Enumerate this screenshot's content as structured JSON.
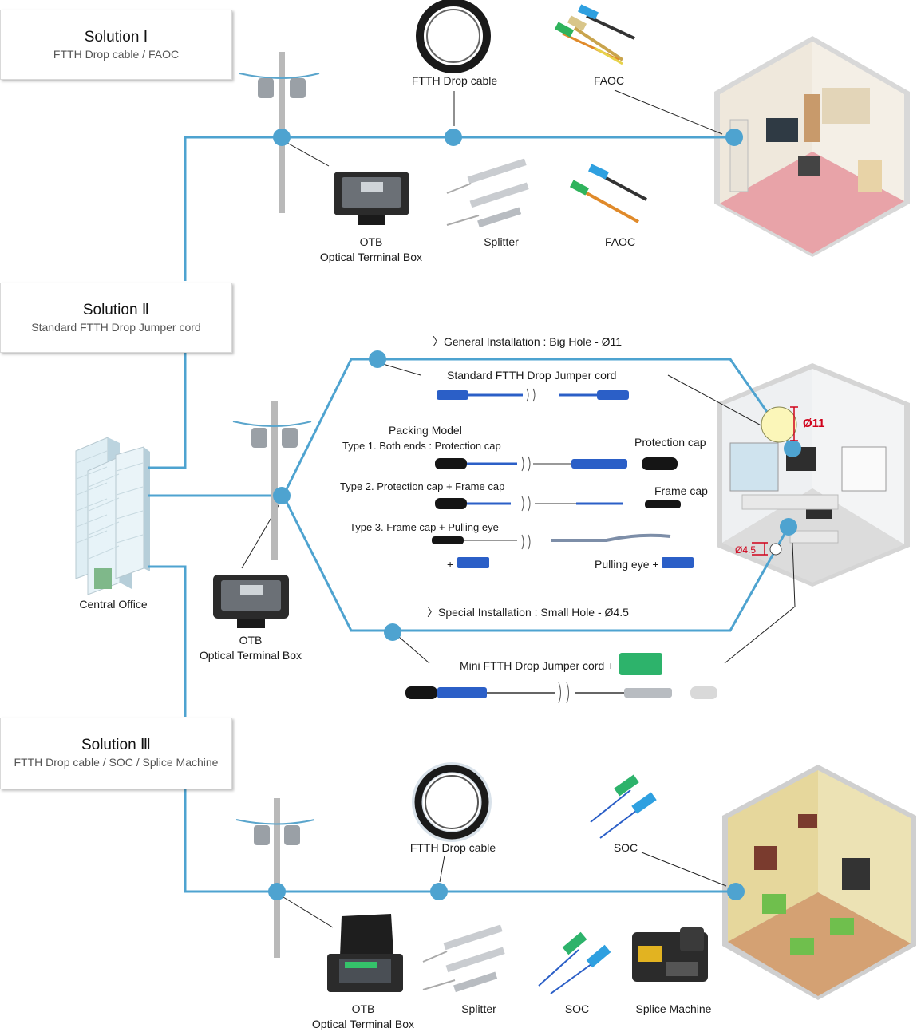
{
  "solutions": [
    {
      "title": "Solution Ⅰ",
      "subtitle": "FTTH Drop cable / FAOC"
    },
    {
      "title": "Solution Ⅱ",
      "subtitle": "Standard FTTH Drop Jumper cord"
    },
    {
      "title": "Solution Ⅲ",
      "subtitle": "FTTH Drop cable / SOC / Splice Machine"
    }
  ],
  "central_office": "Central Office",
  "sol1": {
    "drop_cable": "FTTH Drop cable",
    "faoc_top": "FAOC",
    "otb_line1": "OTB",
    "otb_line2": "Optical Terminal Box",
    "splitter": "Splitter",
    "faoc_bottom": "FAOC"
  },
  "sol2": {
    "general_install": "〉General Installation : Big Hole - Ø11",
    "standard_cord": "Standard FTTH Drop Jumper cord",
    "packing_model": "Packing Model",
    "type1": "Type 1. Both ends :  Protection cap",
    "type2": "Type 2. Protection cap + Frame cap",
    "type3": "Type 3. Frame cap + Pulling eye",
    "plus": "+",
    "protection_cap": "Protection cap",
    "frame_cap": "Frame cap",
    "pulling_eye": "Pulling eye +",
    "special_install": "〉Special Installation : Small Hole - Ø4.5",
    "mini_cord": "Mini FTTH Drop Jumper cord +",
    "otb_line1": "OTB",
    "otb_line2": "Optical Terminal Box",
    "hole_big": "Ø11",
    "hole_small": "Ø4.5"
  },
  "sol3": {
    "drop_cable": "FTTH Drop cable",
    "soc_top": "SOC",
    "otb_line1": "OTB",
    "otb_line2": "Optical Terminal Box",
    "splitter": "Splitter",
    "soc_bottom": "SOC",
    "splice_machine": "Splice Machine"
  },
  "colors": {
    "cable": "#4ea3d0",
    "node": "#4ea3d0",
    "pole": "#b9b9b9",
    "hole_mark": "#d0021b",
    "connector_blue": "#2b5fc7",
    "connector_green": "#2db36b"
  }
}
